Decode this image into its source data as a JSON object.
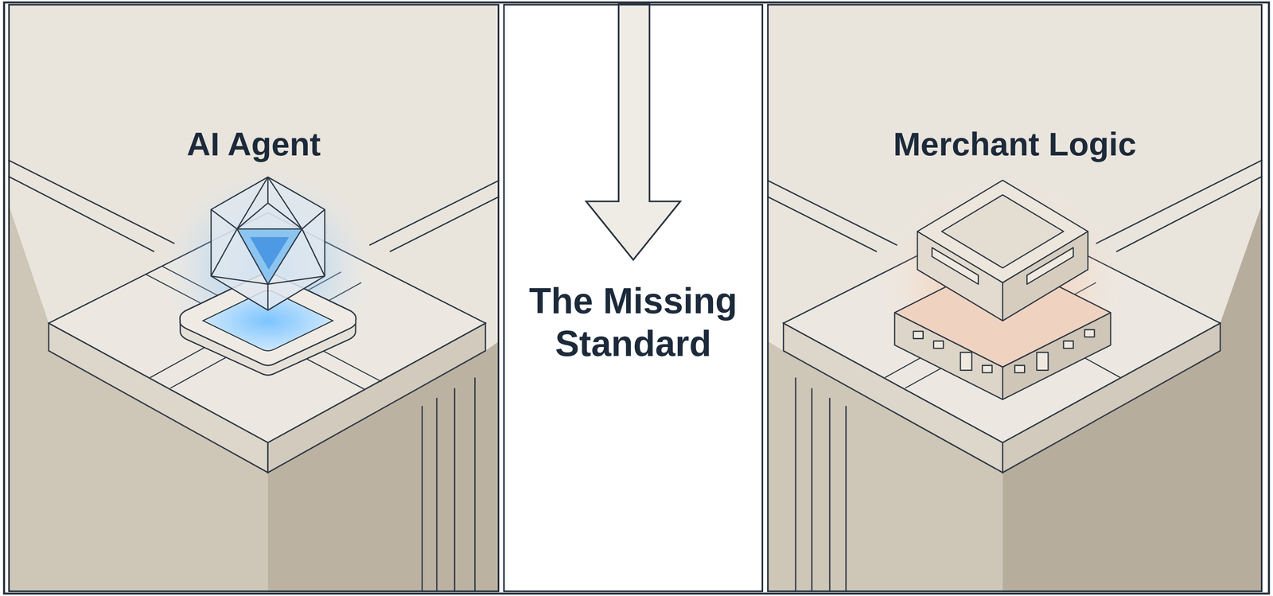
{
  "diagram": {
    "nodes": [
      {
        "text": [
          "AI Agent"
        ]
      },
      {
        "text": [
          "The Missing Standard"
        ]
      },
      {
        "text": [
          "Merchant Logic"
        ]
      }
    ]
  }
}
